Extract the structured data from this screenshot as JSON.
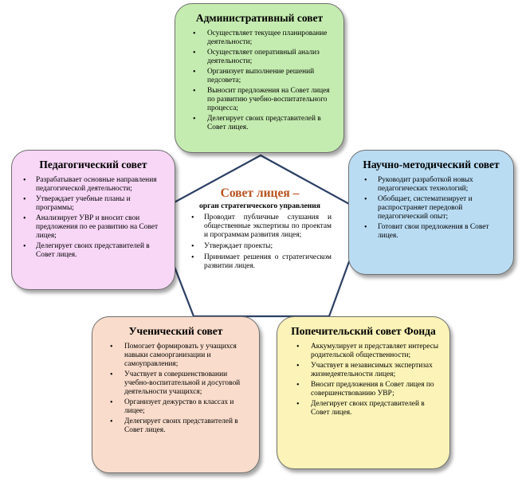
{
  "admin": {
    "title": "Административный совет",
    "items": [
      "Осуществляет текущее планирование деятельности;",
      "Осуществляет оперативный анализ деятельности;",
      "Организует выполнение решений педсовета;",
      "Выносит предложения на Совет лицея по развитию учебно-воспитательного процесса;",
      "Делегирует своих представителей в Совет лицея."
    ]
  },
  "ped": {
    "title": "Педагогический совет",
    "items": [
      "Разрабатывает основные направления педагогической деятельности;",
      "Утверждает учебные планы и программы;",
      "Анализирует УВР и вносит свои предложения по ее развитию на Совет лицея;",
      "Делегирует своих представителей в Совет лицея."
    ]
  },
  "sci": {
    "title": "Научно-методический совет",
    "items": [
      "Руководит разработкой новых педагогических технологий;",
      "Обобщает, систематизирует и распространяет передовой педагогический опыт;",
      "Готовит свои предложения в  Совет лицея."
    ]
  },
  "stud": {
    "title": "Ученический совет",
    "items": [
      "Помогает формировать у учащихся навыки самоорганизации и самоуправления;",
      "Участвует в совершенствовании учебно-воспитательной и досуговой деятельности учащихся;",
      "Организует дежурство в классах и лицее;",
      "Делегирует своих представителей в Совет лицея."
    ]
  },
  "trust": {
    "title": "Попечительский совет Фонда",
    "items": [
      "Аккумулирует и представляет интересы родительской общественности;",
      "Участвует в независимых экспертизах жизнедеятельности лицея;",
      "Вносит предложения в Совет лицея по совершенствованию УВР;",
      "Делегирует своих представителей в Совет лицея."
    ]
  },
  "center": {
    "title": "Совет лицея –",
    "subtitle": "орган стратегического управления",
    "items": [
      "Проводит публичные слушания и общественные экспертизы по проектам и программам развития лицея;",
      "Утверждает проекты;",
      "Принимает решения о стратегическом развитии лицея."
    ]
  },
  "colors": {
    "admin": "#c5ecb0",
    "ped": "#f7d6f6",
    "sci": "#b9dcf3",
    "stud": "#f9dccb",
    "trust": "#fbf3b7",
    "center_title": "#b8511c",
    "pentagon_border": "#2b3f63"
  }
}
